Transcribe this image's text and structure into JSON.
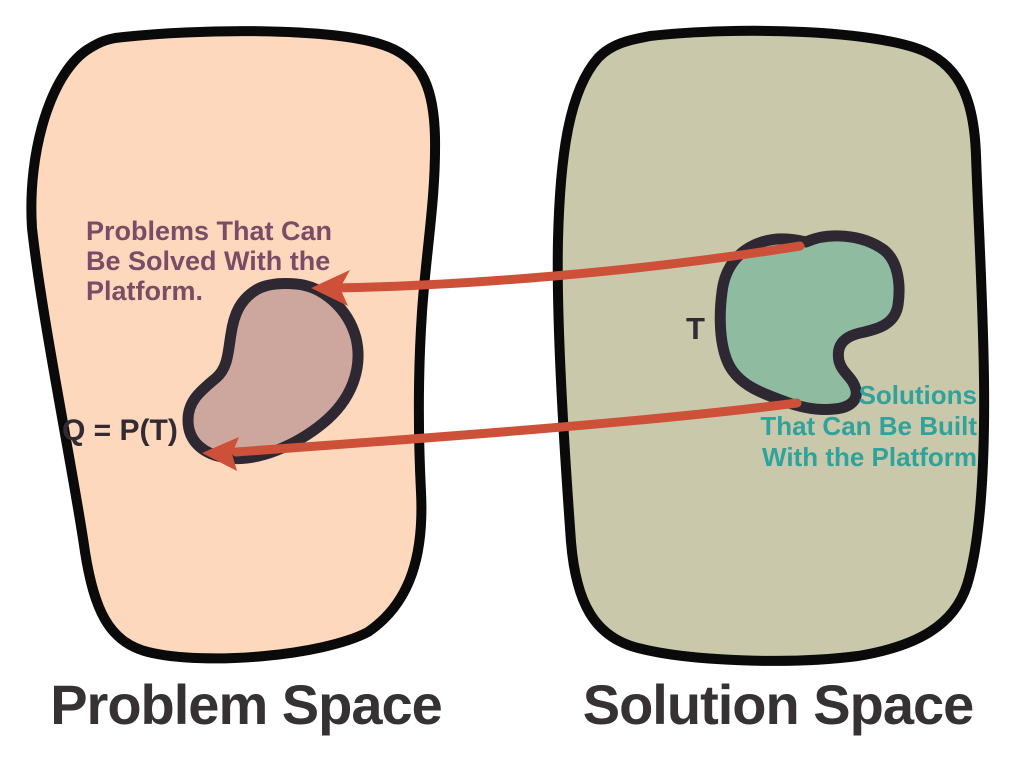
{
  "diagram": {
    "problem_space": {
      "title": "Problem Space",
      "fill": "#FED8BC",
      "annotation_lines": [
        "Problems That Can",
        "Be Solved With the",
        "Platform."
      ],
      "annotation_color": "#7B4C66",
      "subset_label": "Q = P(T)",
      "subset_fill": "#CDA79D"
    },
    "solution_space": {
      "title": "Solution Space",
      "fill": "#C9C8AA",
      "annotation_lines": [
        "Solutions",
        "That Can Be Built",
        "With the Platform"
      ],
      "annotation_color": "#2FA39B",
      "subset_label": "T",
      "subset_fill": "#8FBCA1"
    },
    "colors": {
      "background": "#FFFFFF",
      "space_outline": "#0A0A0A",
      "subset_outline": "#2E2833",
      "arrow": "#CC5138",
      "title": "#363133",
      "subset_label": "#332B33"
    }
  }
}
